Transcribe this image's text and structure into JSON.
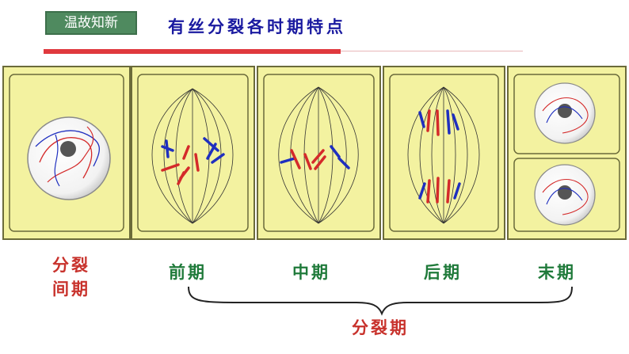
{
  "header": {
    "tag_label": "温故知新",
    "title": "有丝分裂各时期特点"
  },
  "stages": {
    "interphase_line1": "分裂",
    "interphase_line2": "间期",
    "prophase": "前期",
    "metaphase": "中期",
    "anaphase": "后期",
    "telophase": "末期",
    "mitotic_phase": "分裂期"
  },
  "colors": {
    "cell_fill": "#f3f2a0",
    "cell_border": "#6b6b3a",
    "title_blue": "#1a1aa0",
    "label_green": "#1f7a3a",
    "label_red": "#c8322c",
    "rule_red": "#e0393e",
    "chromosome_red": "#d42a2a",
    "chromosome_blue": "#1f2fbf"
  }
}
